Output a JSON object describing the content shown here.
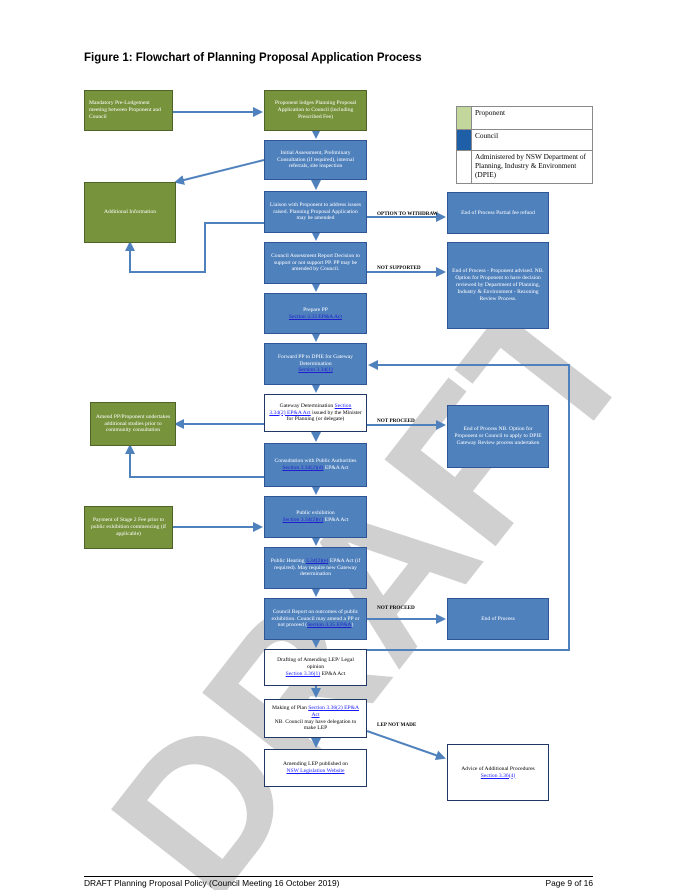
{
  "title": "Figure 1:  Flowchart of Planning Proposal Application Process",
  "watermark": "DRAFT",
  "legend": [
    {
      "color": "#77933c",
      "label": "Proponent"
    },
    {
      "color": "#1f5fa8",
      "label": "Council"
    },
    {
      "color": "#ffffff",
      "label": "Administered by NSW Department of Planning, Industry & Environment (DPIE)"
    }
  ],
  "boxes": {
    "mandatory_meeting": "Mandatory Pre-Lodgement meeting between Proponent and Council",
    "lodges_pp": "Proponent lodges Planning Proposal Application to Council (including Prescribed Fee)",
    "initial_assessment": "Initial Assessment, Preliminary Consultation (if required), internal referrals, site inspection",
    "additional_info": "Additional Information",
    "liaison": "Liaison with Proponent to address issues raised. Planning Proposal Application may be amended",
    "withdraw_end": "End of Process Partial fee refund",
    "council_report": "Council Assessment Report Decision to support or not support PP. PP may be amended by Council.",
    "not_supported_end": "End of Process - Proponent advised.  NB. Option for Proponent to have decision reviewed by Department of Planning, Industry & Environment - Rezoning Review Process.",
    "prepare_pp": {
      "text": "Prepare PP",
      "link": "Section 3.33 EP&A Act"
    },
    "forward_pp": {
      "text": "Forward PP to DPIE for Gateway Determination",
      "link": "Section 3.34(1)"
    },
    "gateway": {
      "text1": "Gateway Determination",
      "link1": "Section",
      "link2": "3.34(2) EP&A Act",
      "text2": "issued by the Minister for Planning (or delegate)"
    },
    "amend_pp": "Amend PP/Proponent undertakes additional studies prior to community consultation",
    "not_proceed_end": "End of Process NB. Option for Proponent or Council to apply to DPIE Gateway Review process undertaken",
    "consultation": {
      "text1": "Consultation with Public Authorities",
      "link": "Section 3.34(2)(d)",
      "text2": "EP&A Act"
    },
    "stage2_fee": "Payment of Stage 2 Fee prior to public exhibition commencing (if applicable)",
    "exhibition": {
      "text1": "Public exhibition",
      "link": "Section 3.34(2)(c)",
      "text2": "EP&A Act"
    },
    "hearing": {
      "text1": "Public Hearing",
      "link": "3.34(2)(e)",
      "text2": "EP&A Act (if required). May require new Gateway determination"
    },
    "council_outcome": {
      "text1": "Council Report on outcomes of public exhibition. Council may amend a PP or not proceed (",
      "link": "Section 3.35 EP&A",
      "text2": ")"
    },
    "end_process": "End of Process",
    "drafting": {
      "text1": "Drafting of Amending LEP/ Legal opinion",
      "link": "Section 3.36(1)",
      "text2": "EP&A Act"
    },
    "making_plan": {
      "text1": "Making of Plan",
      "link": "Section 3.36(2) EP&A Act",
      "text2": "NB. Council may have delegation to make LEP"
    },
    "amending_lep": {
      "text1": "Amending LEP published on",
      "link": "NSW Legislation Website"
    },
    "additional_procedures": {
      "text1": "Advice of Additional Procedures",
      "link": "Section 3.36(4)"
    }
  },
  "edge_labels": {
    "withdraw": "OPTION TO WITHDRAW",
    "not_supported": "NOT SUPPORTED",
    "not_proceed_1": "NOT PROCEED",
    "not_proceed_2": "NOT PROCEED",
    "lep_not_made": "LEP NOT MADE"
  },
  "footer": {
    "left": "DRAFT Planning Proposal Policy (Council Meeting 16 October 2019)",
    "right": "Page 9 of 16"
  }
}
